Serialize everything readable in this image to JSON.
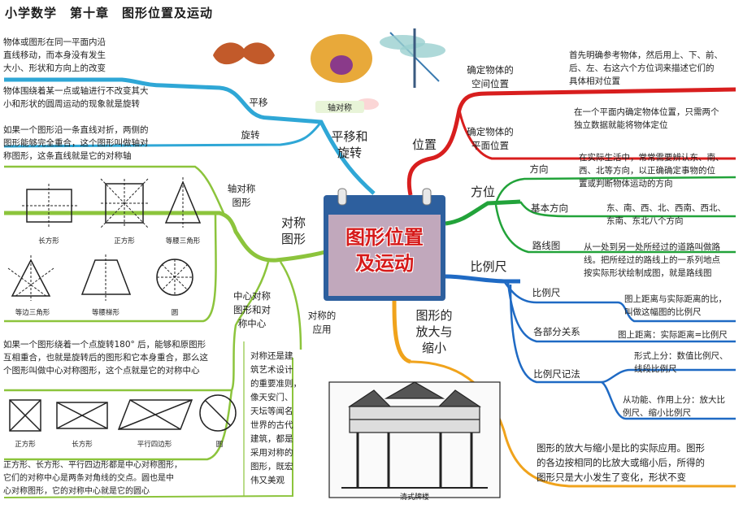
{
  "header": {
    "title": "小学数学　第十章　图形位置及运动"
  },
  "center": {
    "text": "图形位置\n及运动"
  },
  "pictures": {
    "axis_label": "轴对称",
    "archway_caption": "清式牌楼"
  },
  "branches": {
    "translate_rotate": {
      "label": "平移和\n旋转",
      "sub_translate": "平移",
      "sub_rotate": "旋转",
      "translate_desc": "物体或图形在同一平面内沿\n直线移动，而本身没有发生\n大小、形状和方向上的改变",
      "rotate_desc": "物体围绕着某一点或轴进行不改变其大\n小和形状的圆周运动的现象就是旋转",
      "sym_axis_desc": "如果一个图形沿一条直线对折，两侧的\n图形能够完全重合，这个图形叫做轴对\n称图形，这条直线就是它的对称轴"
    },
    "symmetry": {
      "label": "对称\n图形",
      "axis_label": "轴对称\n图形",
      "central_label": "中心对称\n图形和对\n称中心",
      "application_label": "对称的\n应用",
      "application_desc": "对称还是建\n筑艺术设计\n的重要准则，\n像天安门、\n天坛等闻名\n世界的古代\n建筑，都是\n采用对称的\n图形，既宏\n伟又美观",
      "central_desc": "如果一个图形绕着一个点旋转180° 后，能够和原图形\n互相重合，也就是旋转后的图形和它本身重合，那么这\n个图形叫做中心对称图形，这个点就是它的对称中心",
      "central_note": "正方形、长方形、平行四边形都是中心对称图形，\n它们的对称中心是两条对角线的交点。圆也是中\n心对称图形，它的对称中心就是它的圆心",
      "axis_shapes": [
        "长方形",
        "正方形",
        "等腰三角形",
        "等边三角形",
        "等腰梯形",
        "圆"
      ],
      "central_shapes": [
        "正方形",
        "长方形",
        "平行四边形",
        "圆"
      ]
    },
    "position": {
      "label": "位置",
      "space_label": "确定物体的\n空间位置",
      "space_desc": "首先明确参考物体，然后用上、下、前、\n后、左、右这六个方位词来描述它们的\n具体相对位置",
      "plane_label": "确定物体的\n平面位置",
      "plane_desc": "在一个平面内确定物体位置，只需两个\n独立数据就能将物体定位"
    },
    "direction": {
      "label": "方位",
      "dir_label": "方向",
      "dir_desc": "在实际生活中，常常需要辨认东、南、\n西、北等方向，以正确确定事物的位\n置或判断物体运动的方向",
      "basic_label": "基本方向",
      "basic_desc": "东、南、西、北、西南、西北、\n东南、东北八个方向",
      "route_label": "路线图",
      "route_desc": "从一处到另一处所经过的道路叫做路\n线。把所经过的路线上的一系列地点\n按实际形状绘制成图，就是路线图"
    },
    "scale": {
      "label": "比例尺",
      "def_label": "比例尺",
      "def_desc": "图上距离与实际距离的比，\n叫做这幅图的比例尺",
      "parts_label": "各部分关系",
      "parts_desc": "图上距离：实际距离=比例尺",
      "notation_label": "比例尺记法",
      "form_desc": "形式上分：数值比例尺、\n线段比例尺",
      "func_desc": "从功能、作用上分：放大比\n例尺、缩小比例尺"
    },
    "enlarge": {
      "label": "图形的\n放大与\n缩小",
      "desc": "图形的放大与缩小是比的实际应用。图形\n的各边按相同的比放大或缩小后，所得的\n图形只是大小发生了变化，形状不变"
    }
  },
  "colors": {
    "red": "#d81e1e",
    "green": "#22a33a",
    "blue": "#1f6ac4",
    "orange": "#f0a31c",
    "cyan": "#2fa7d6",
    "lime": "#8cc43c"
  }
}
